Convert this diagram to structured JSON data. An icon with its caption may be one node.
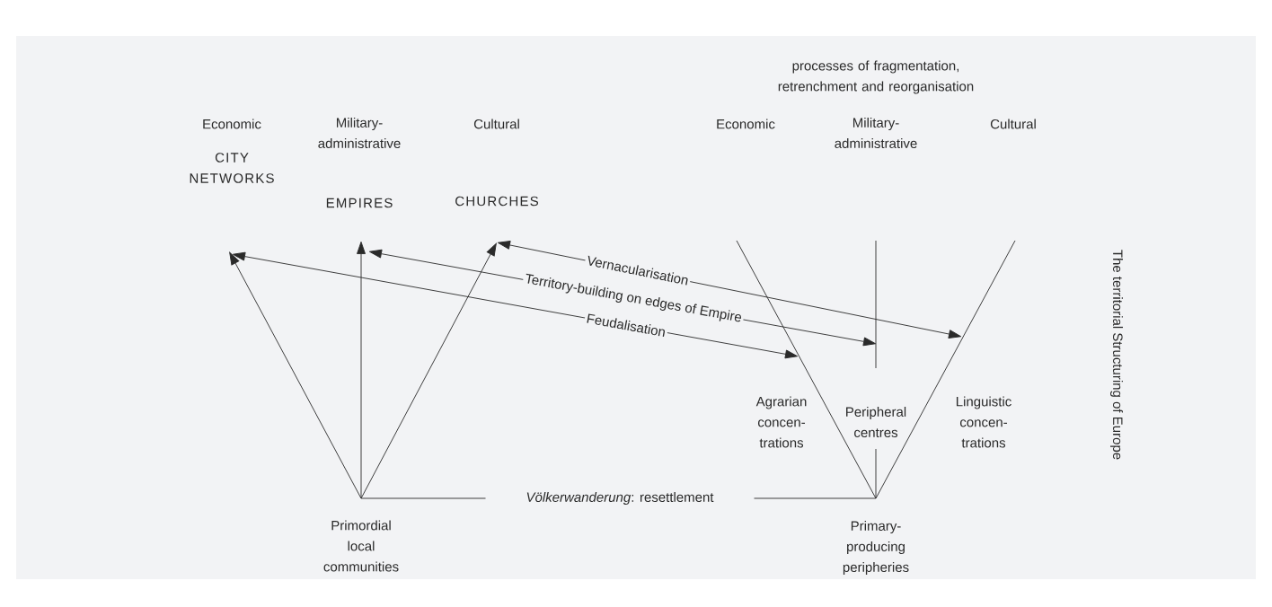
{
  "diagram": {
    "title": "The territorial Structuring of Europe",
    "nodes": [
      {
        "text": [
          "Primordial local communities"
        ]
      },
      {
        "text": [
          "CITY NETWORKS"
        ]
      },
      {
        "text": [
          "EMPIRES"
        ]
      },
      {
        "text": [
          "CHURCHES"
        ]
      },
      {
        "text": [
          "Primary- producing peripheries"
        ]
      },
      {
        "text": [
          "Agrarian concen- trations"
        ]
      },
      {
        "text": [
          "Peripheral centres"
        ]
      },
      {
        "text": [
          "Linguistic concen- trations"
        ]
      }
    ],
    "edges": [
      {
        "from": 0,
        "to": 1,
        "arrow": "to"
      },
      {
        "from": 0,
        "to": 2,
        "arrow": "to"
      },
      {
        "from": 0,
        "to": 3,
        "arrow": "to"
      },
      {
        "from": 1,
        "to": 5,
        "arrow": "both",
        "label": "Feudalisation"
      },
      {
        "from": 2,
        "to": 6,
        "arrow": "both",
        "label": "Territory-building on edges of Empire"
      },
      {
        "from": 3,
        "to": 7,
        "arrow": "both",
        "label": "Vernacularisation"
      },
      {
        "from": 0,
        "to": 4,
        "arrow": "none",
        "label": "*Völkerwanderung*: resettlement"
      },
      {
        "from": 4,
        "to": null,
        "arrow": "none"
      },
      {
        "from": 4,
        "to": 6,
        "arrow": "none"
      },
      {
        "from": 4,
        "to": null,
        "arrow": "none"
      },
      {
        "from": 6,
        "to": null,
        "arrow": "none"
      }
    ],
    "labels": [
      "processes of fragmentation, retrenchment and reorganisation",
      "Economic",
      "Military- administrative",
      "Cultural",
      "Economic",
      "Military- administrative",
      "Cultural"
    ]
  }
}
